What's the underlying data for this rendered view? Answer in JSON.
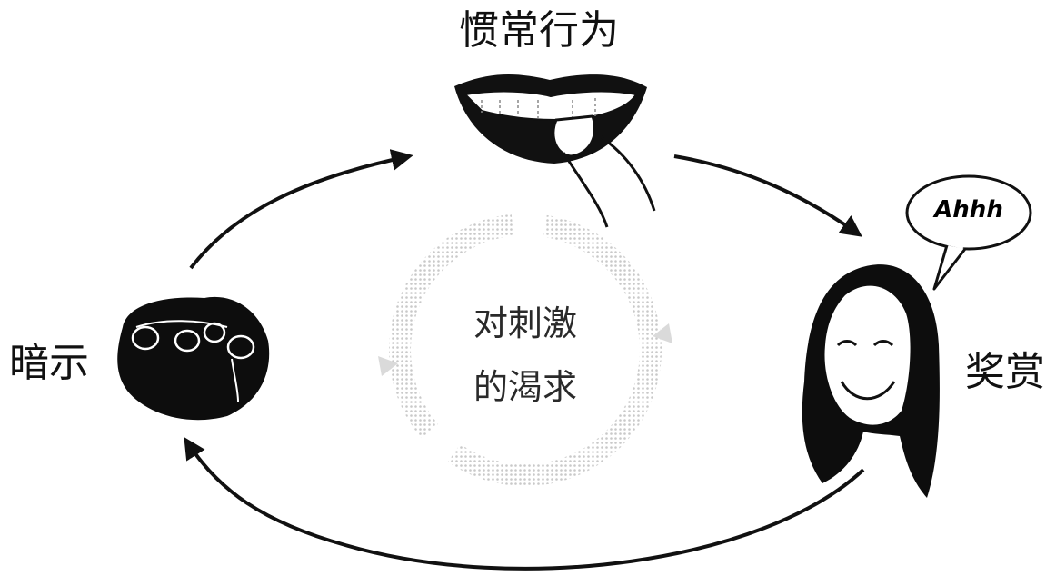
{
  "diagram": {
    "nodes": {
      "habit": {
        "label": "惯常行为",
        "icon": "mouth-biting-finger-icon"
      },
      "cue": {
        "label": "暗示",
        "icon": "clenched-fist-icon"
      },
      "reward": {
        "label": "奖赏",
        "icon": "smiling-woman-icon"
      }
    },
    "center": {
      "line1": "对刺激",
      "line2": "的渴求"
    },
    "speech_bubble": "Ahhh",
    "colors": {
      "ink": "#111111",
      "center_ring": "#d4d4d4"
    }
  }
}
